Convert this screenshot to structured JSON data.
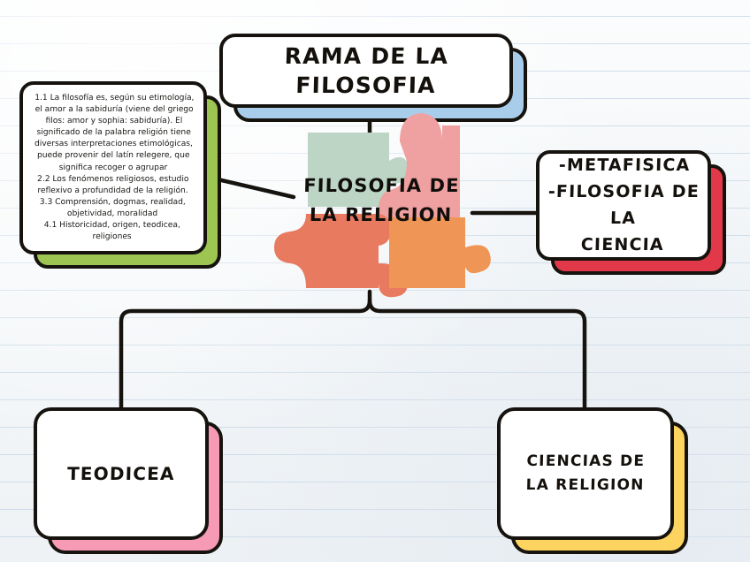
{
  "document": {
    "kind": "mind-map",
    "background": "ruled-notebook-paper"
  },
  "title_node": {
    "label": "RAMA DE LA FILOSOFIA",
    "shadow_color": "#a8cdea"
  },
  "center_node": {
    "label": "FILOSOFIA DE\nLA RELIGION",
    "puzzle_pieces": [
      {
        "name": "top-left",
        "color": "#bdd5c5"
      },
      {
        "name": "top-right",
        "color": "#efa0a0"
      },
      {
        "name": "bottom-left",
        "color": "#e87a60"
      },
      {
        "name": "bottom-right",
        "color": "#ef9555"
      }
    ]
  },
  "notes_node": {
    "text": "1.1 La filosofía es, según su etimología, el amor a la sabiduría (viene del griego filos: amor y sophia: sabiduría). El significado de la palabra religión tiene diversas  interpretaciones etimológicas, puede provenir del latín relegere, que significa recoger o agrupar\n2.2  Los fenómenos religiosos, estudio reflexivo a profundidad de la religión.\n3.3 Comprensión, dogmas, realidad, objetividad, moralidad\n4.1 Historicidad, origen, teodicea, religiones",
    "shadow_color": "#9cc651"
  },
  "branch_nodes": [
    {
      "id": "metafisica",
      "label": "-METAFISICA\n-FILOSOFIA DE LA\nCIENCIA",
      "shadow_color": "#e2394a"
    },
    {
      "id": "teodicea",
      "label": "TEODICEA",
      "shadow_color": "#f79ab6"
    },
    {
      "id": "ciencias-de-la-religion",
      "label": "CIENCIAS DE\nLA RELIGION",
      "shadow_color": "#fcd45f"
    }
  ],
  "connectors": [
    {
      "from": "title_node",
      "to": "center_node",
      "style": "vertical-line"
    },
    {
      "from": "notes_node",
      "to": "center_node",
      "style": "diagonal-line"
    },
    {
      "from": "center_node",
      "to": "metafisica",
      "style": "horizontal-line"
    },
    {
      "from": "center_node",
      "to": "teodicea",
      "style": "elbow-line"
    },
    {
      "from": "center_node",
      "to": "ciencias-de-la-religion",
      "style": "elbow-line"
    }
  ],
  "ink_color": "#16130f"
}
